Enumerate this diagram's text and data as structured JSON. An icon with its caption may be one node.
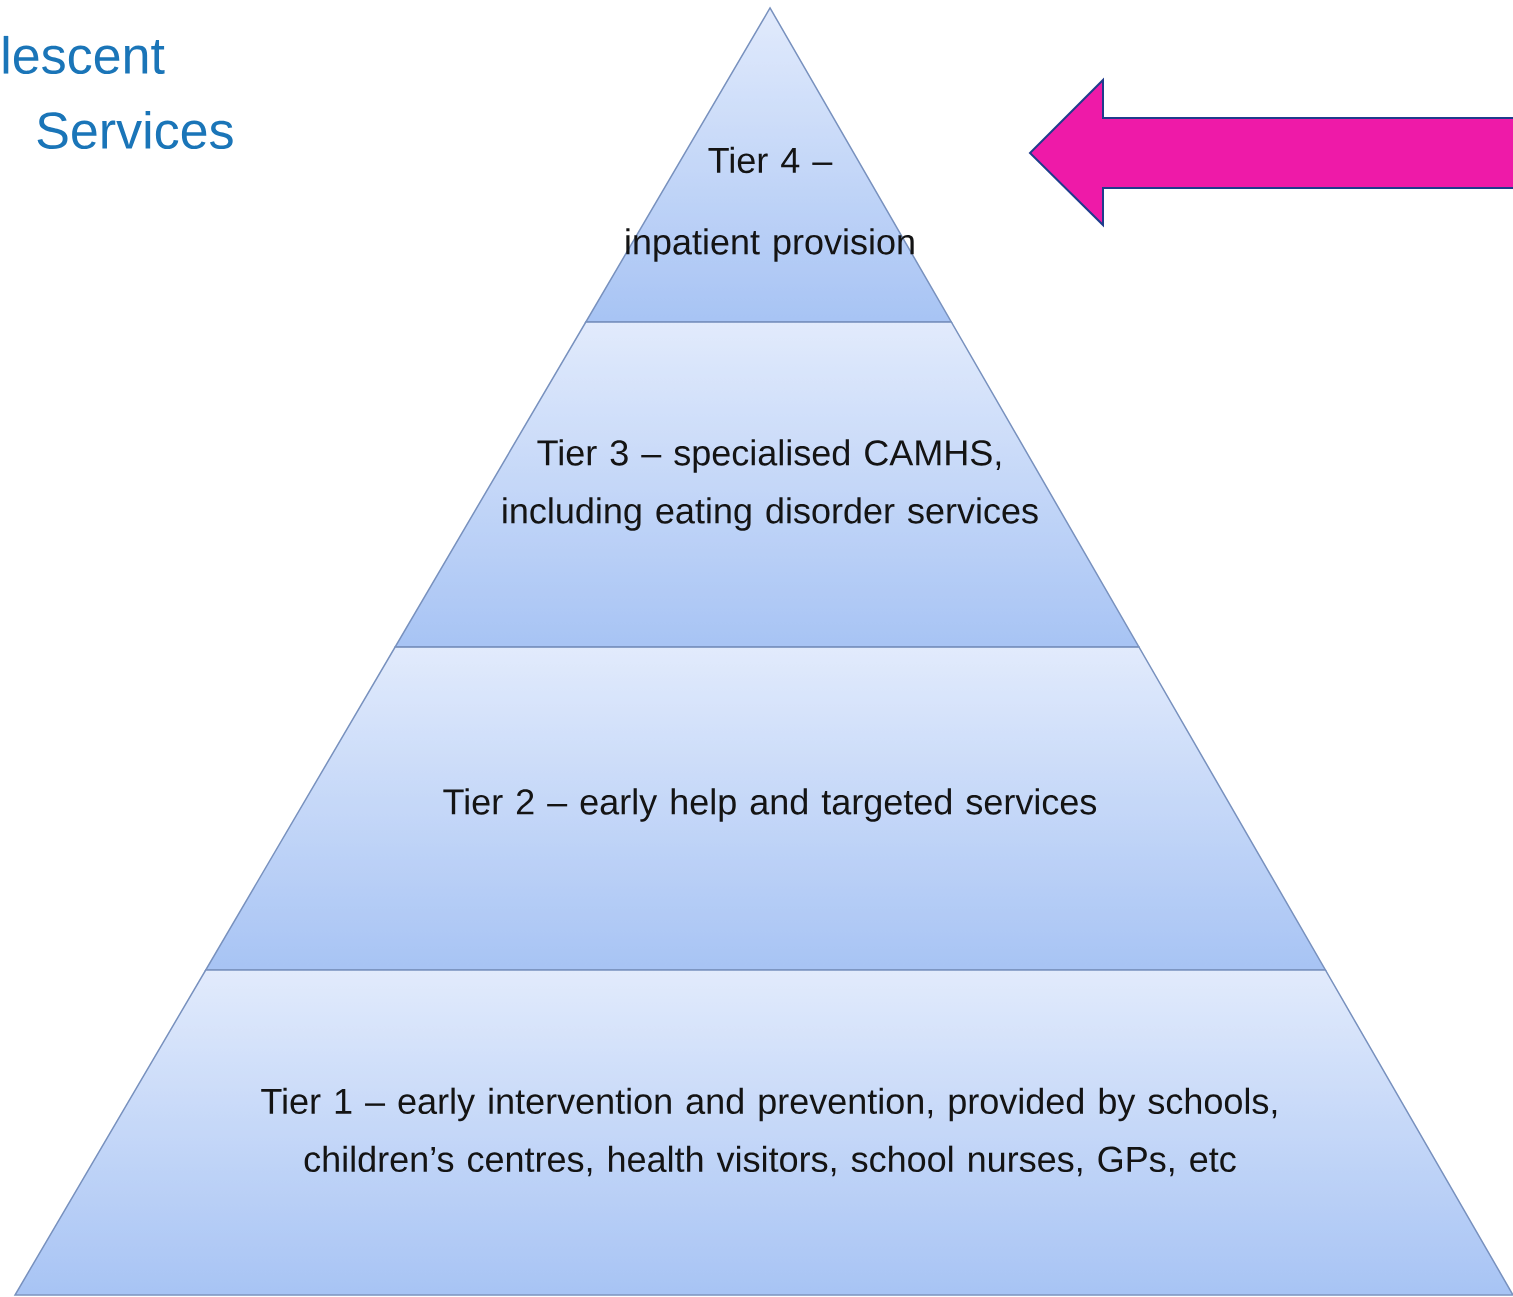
{
  "diagram": {
    "nodes": [
      {
        "text": [
          "Tier 4 –",
          "inpatient provision"
        ]
      },
      {
        "text": [
          "Tier 3 – specialised CAMHS, including eating disorder services"
        ]
      },
      {
        "text": [
          "Tier 2 – early help and targeted services"
        ]
      },
      {
        "text": [
          "Tier 1 – early intervention and prevention, provided by schools, children’s centres, health visitors, school nurses, GPs, etc"
        ]
      }
    ],
    "labels": [
      "lescent",
      "Services"
    ]
  }
}
